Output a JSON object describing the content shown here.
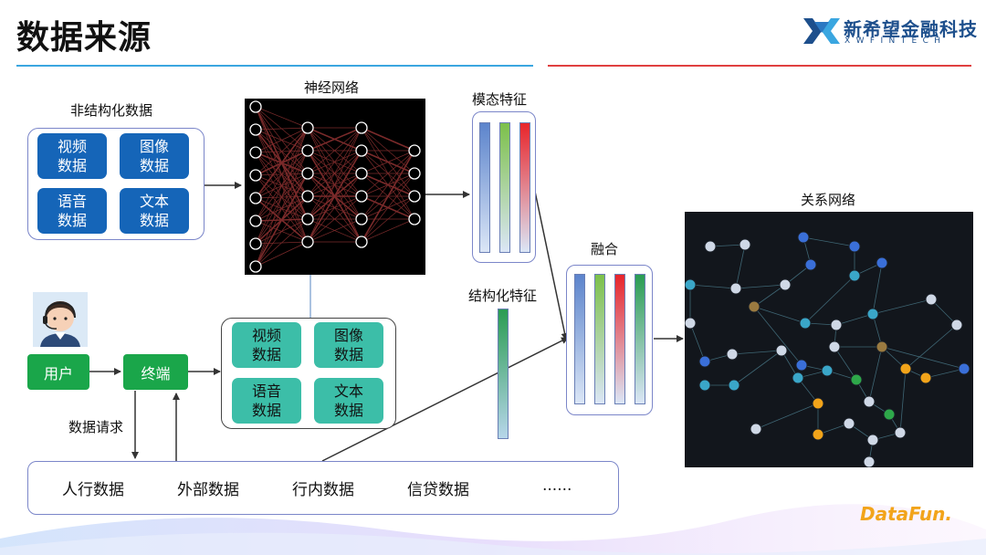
{
  "title": "数据来源",
  "logo": {
    "cn": "新希望金融科技",
    "en": "XWFINTECH"
  },
  "unstructured": {
    "label": "非结构化数据",
    "tiles": [
      "视频\n数据",
      "图像\n数据",
      "语音\n数据",
      "文本\n数据"
    ]
  },
  "neural": {
    "label": "神经网络"
  },
  "modal_feature": {
    "label": "模态特征"
  },
  "structured_feature": {
    "label": "结构化特征"
  },
  "fusion": {
    "label": "融合"
  },
  "relation": {
    "label": "关系网络"
  },
  "user": {
    "label": "用户"
  },
  "terminal": {
    "label": "终端"
  },
  "terminal_data": {
    "tiles": [
      "视频\n数据",
      "图像\n数据",
      "语音\n数据",
      "文本\n数据"
    ]
  },
  "request": {
    "label": "数据请求"
  },
  "sources": [
    "人行数据",
    "外部数据",
    "行内数据",
    "信贷数据",
    "......"
  ],
  "brand": {
    "name": "DataFun."
  },
  "colors": {
    "blue_tile": "#1565b8",
    "teal_tile": "#3cbea8",
    "green_button": "#1aa64a",
    "accent_red": "#e04040",
    "accent_blue": "#3aa6e0"
  }
}
